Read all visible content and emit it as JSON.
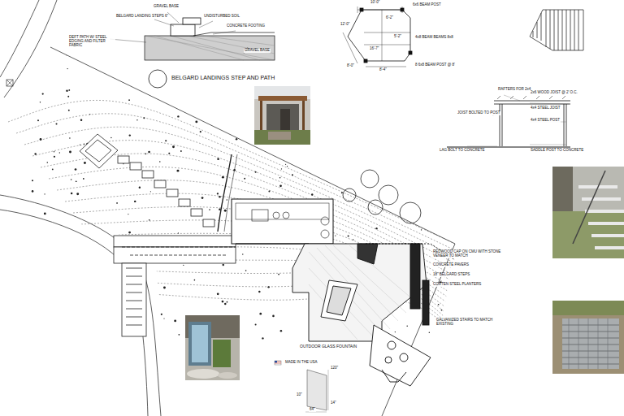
{
  "diagram": {
    "labels": [
      "GRAVEL BASE",
      "BELGARD LANDING STEPS 6\"",
      "UNDISTURBED SOIL",
      "CONCRETE FOOTING",
      "GRAVEL BASE",
      "DEFT PATH W/ STEEL EDGING AND FILTER FABRIC",
      "BELGARD LANDINGS STEP AND PATH",
      "10'-0\"",
      "6x6 BEAM POST",
      "12'-0\"",
      "6'-2\"",
      "5'-2\"",
      "16'-7\"",
      "4x8 BEAM BEAMS 8x8",
      "8'-0\"",
      "8'-4\"",
      "8 6x8 BEAM POST @ 8'",
      "RAFTERS FOR 2x4",
      "2x6 WOOD JOIST @ 2' O.C.",
      "4x4 STEEL JOIST",
      "JOIST BOLTED TO POST",
      "4x4 STEEL POST",
      "LAG BOLT TO CONCRETE",
      "SADDLE POST TO CONCRETE",
      "OUTDOOR GLASS FOUNTAIN",
      "REDWOOD CAP ON CMU WITH STONE VENEER TO MATCH",
      "CONCRETE PAVERS",
      "18\" BELGARD STEPS",
      "CORTEN STEEL PLANTERS",
      "GALVANIZED STAIRS TO MATCH EXISTING",
      "MADE IN THE USA",
      "120\"",
      "10\"",
      "14\"",
      "64\""
    ]
  }
}
